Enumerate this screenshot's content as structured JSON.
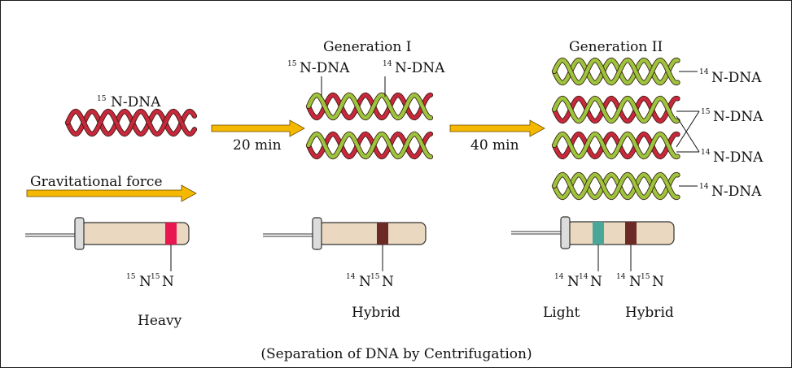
{
  "caption": "(Separation of DNA by Centrifugation)",
  "labels": {
    "gen1_title": "Generation I",
    "gen2_title": "Generation II",
    "ndna": "N-DNA",
    "sup15": "15",
    "sup14": "14",
    "time1": "20 min",
    "time2": "40 min",
    "force": "Gravitational force",
    "band_n": "N",
    "heavy": "Heavy",
    "hybrid": "Hybrid",
    "light": "Light"
  },
  "colors": {
    "heavy_strand": "#c8283c",
    "light_strand": "#9cc43c",
    "arrow": "#f5b800",
    "tube": "#ead8c0",
    "band_heavy": "#e8174f",
    "band_hybrid": "#6b2a25",
    "band_light": "#4aa698"
  }
}
